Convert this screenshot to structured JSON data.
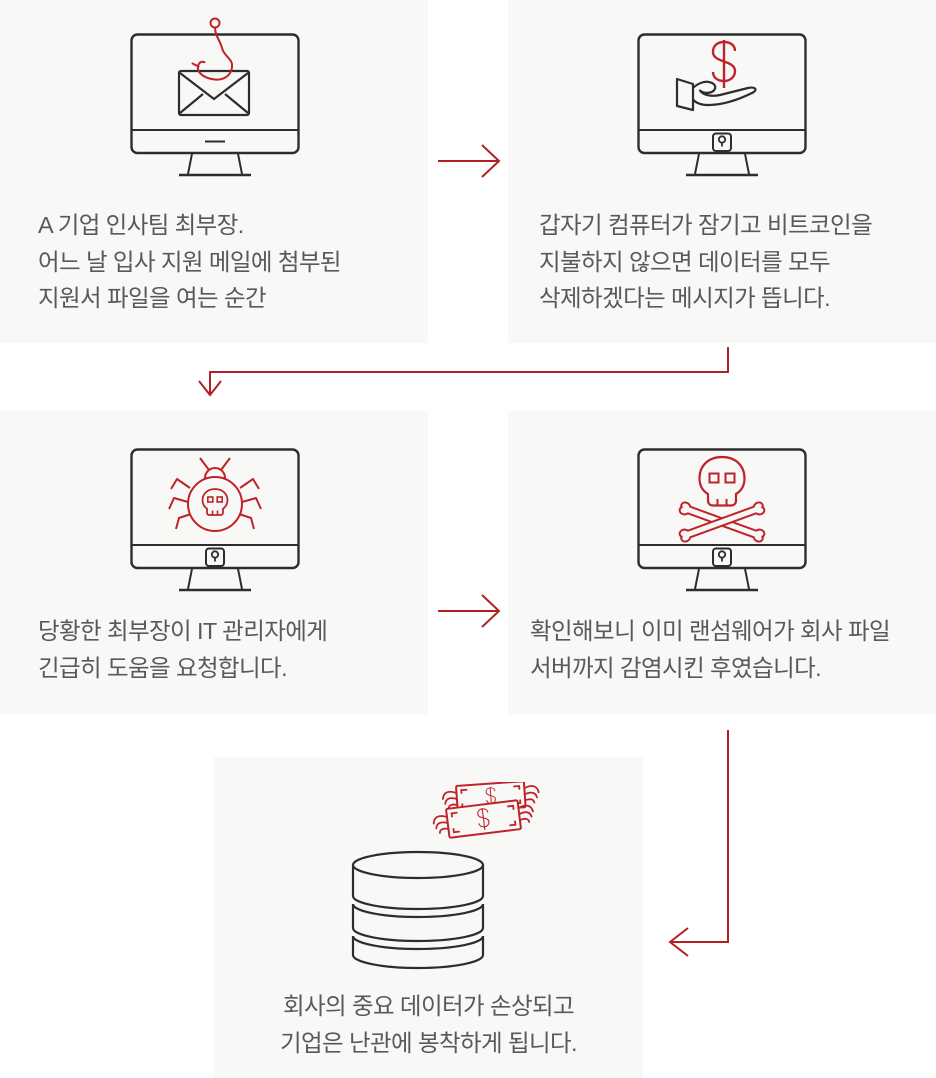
{
  "title": "랜섬웨어 감염 시나리오 인포그래픽",
  "colors": {
    "panel_bg": "#f8f8f7",
    "outline": "#2d2d2d",
    "accent_red": "#c0222a",
    "arrow_red": "#b22025",
    "text": "#58595b"
  },
  "steps": [
    {
      "id": "step-1",
      "icon": "monitor-phishing-mail-icon",
      "lines": [
        "A 기업 인사팀 최부장.",
        "어느 날 입사 지원 메일에 첨부된",
        "지원서 파일을 여는 순간"
      ]
    },
    {
      "id": "step-2",
      "icon": "monitor-ransom-demand-icon",
      "lines": [
        "갑자기 컴퓨터가 잠기고 비트코인을",
        "지불하지 않으면 데이터를 모두",
        "삭제하겠다는 메시지가 뜹니다."
      ]
    },
    {
      "id": "step-3",
      "icon": "monitor-malware-bug-icon",
      "lines": [
        "당황한 최부장이 IT 관리자에게",
        "긴급히 도움을 요청합니다."
      ]
    },
    {
      "id": "step-4",
      "icon": "monitor-skull-crossbones-icon",
      "lines": [
        "확인해보니 이미 랜섬웨어가 회사 파일",
        "서버까지 감염시킨 후였습니다."
      ]
    },
    {
      "id": "step-5",
      "icon": "database-money-loss-icon",
      "lines": [
        "회사의 중요 데이터가 손상되고",
        "기업은 난관에 봉착하게 됩니다."
      ]
    }
  ]
}
